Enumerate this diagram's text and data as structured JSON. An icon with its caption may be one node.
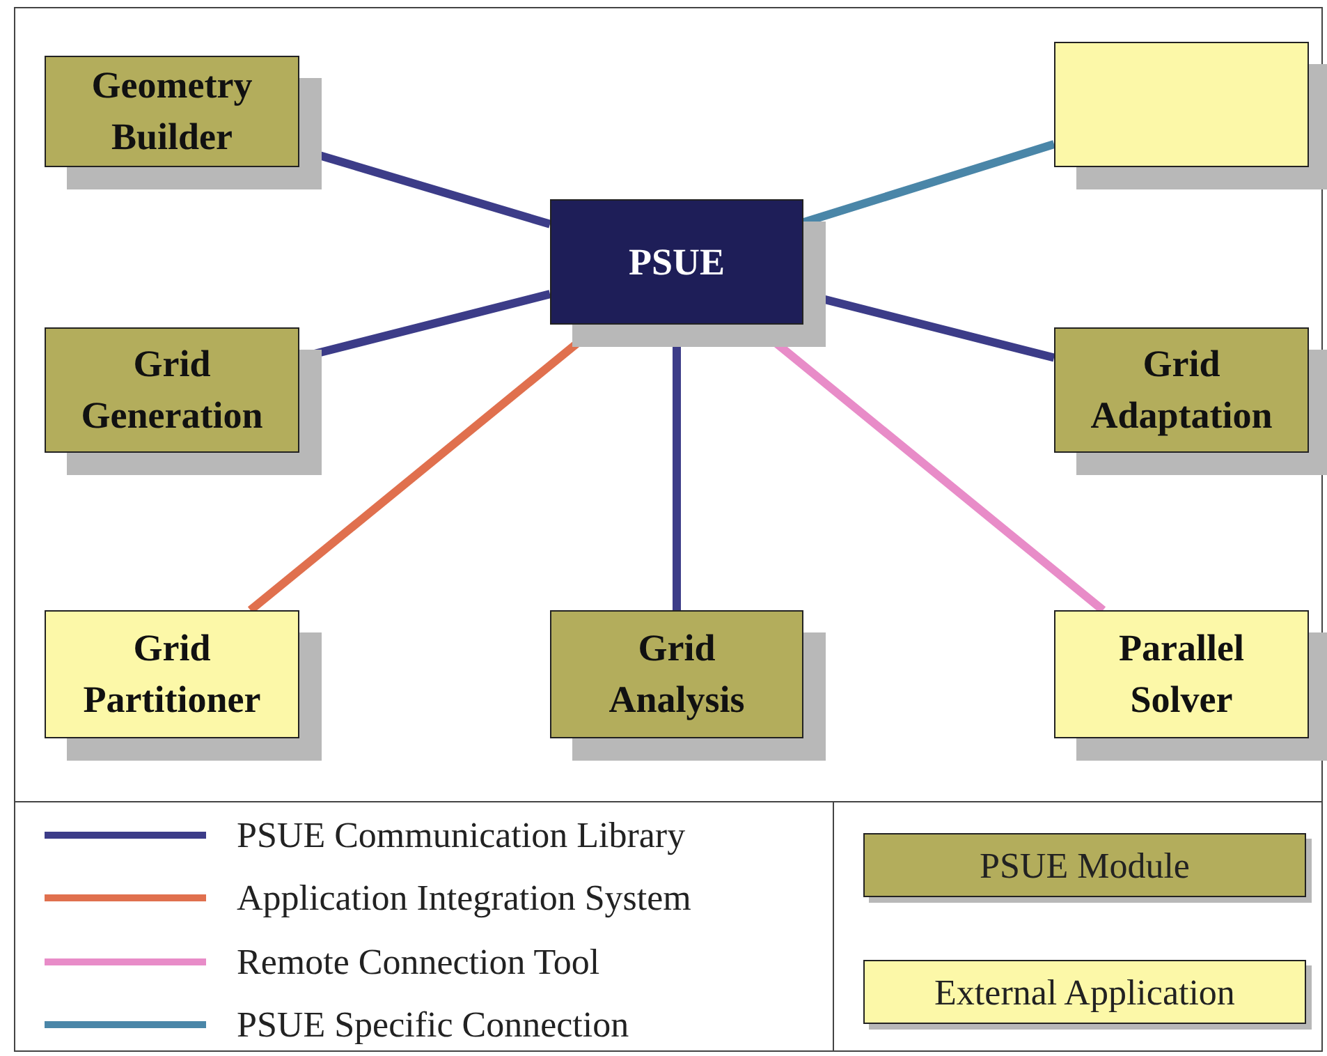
{
  "diagram": {
    "nodes": [
      {
        "text": [
          "Geometry Builder"
        ]
      },
      {
        "text": [],
        "shape": "box"
      },
      {
        "text": [
          "PSUE"
        ]
      },
      {
        "text": [
          "Grid Generation"
        ]
      },
      {
        "text": [
          "Grid Adaptation"
        ]
      },
      {
        "text": [
          "Grid Partitioner"
        ]
      },
      {
        "text": [
          "Grid Analysis"
        ]
      },
      {
        "text": [
          "Parallel Solver"
        ]
      }
    ],
    "edges": [
      {
        "from": 0,
        "to": 2,
        "arrow": "none"
      },
      {
        "from": 1,
        "to": 2,
        "arrow": "none",
        "color": "#4a86a8"
      },
      {
        "from": 3,
        "to": 2,
        "arrow": "none"
      },
      {
        "from": 4,
        "to": 2,
        "arrow": "none"
      },
      {
        "from": 5,
        "to": 2,
        "arrow": "none",
        "color": "#e0704e"
      },
      {
        "from": 6,
        "to": 2,
        "arrow": "none"
      },
      {
        "from": 7,
        "to": 2,
        "arrow": "none",
        "color": "#e88cc8"
      }
    ],
    "legend": [
      {
        "text": "PSUE Communication Library",
        "color": "#3c3c88"
      },
      {
        "text": "Application Integration System",
        "color": "#e0704e"
      },
      {
        "text": "Remote Connection Tool",
        "color": "#e88cc8"
      },
      {
        "text": "PSUE Specific Connection",
        "color": "#4a86a8"
      },
      {
        "text": "PSUE Module",
        "color": "#b3ad5c"
      },
      {
        "text": "External Application",
        "color": "#fcf8a8"
      }
    ]
  }
}
